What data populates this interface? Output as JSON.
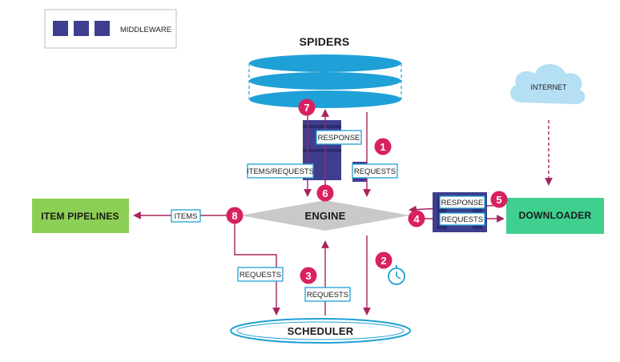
{
  "legend": {
    "label": "MIDDLEWARE"
  },
  "nodes": {
    "spiders": "SPIDERS",
    "engine": "ENGINE",
    "scheduler": "SCHEDULER",
    "downloader": "DOWNLOADER",
    "item_pipelines": "ITEM PIPELINES",
    "internet": "INTERNET"
  },
  "edge_labels": {
    "response_spider": "RESPONSE",
    "items_requests": "ITEMS/REQUESTS",
    "requests_spider": "REQUESTS",
    "response_downloader": "RESPONSE",
    "requests_downloader": "REQUESTS",
    "items": "ITEMS",
    "requests_scheduler_in": "REQUESTS",
    "requests_scheduler_out": "REQUESTS"
  },
  "steps": [
    "1",
    "2",
    "3",
    "4",
    "5",
    "6",
    "7",
    "8"
  ],
  "colors": {
    "middleware": "#3f3d8e",
    "spider_blue": "#1fa0d6",
    "arrow": "#a8235f",
    "step_badge": "#d8215f",
    "pipeline_green": "#8ccf55",
    "downloader_green": "#3fcf8f",
    "engine_gray": "#c9c9c9",
    "label_border": "#1fa0d6",
    "cloud": "#b5dff3",
    "clock": "#1fa0d6"
  },
  "icons": {
    "clock": "clock-icon",
    "cloud": "cloud-icon"
  }
}
